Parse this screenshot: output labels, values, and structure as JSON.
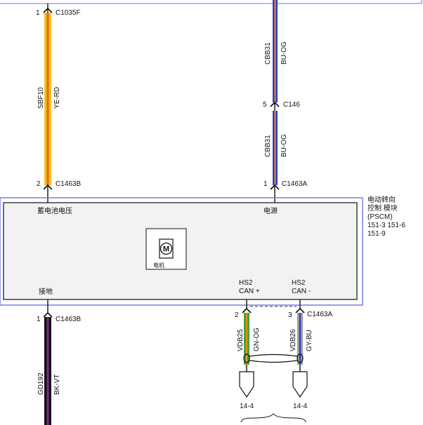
{
  "module": {
    "name_lines": [
      "电动转向",
      "控制 模块",
      "(PSCM)"
    ],
    "pages_line1": "151-3    151-6",
    "pages_line2": "151-9",
    "battery_pin": "蓄电池电压",
    "power_pin": "电源",
    "ground_pin": "接地",
    "motor_label": "电机",
    "hs_can_plus": [
      "HS2",
      "CAN +"
    ],
    "hs_can_minus": [
      "HS2",
      "CAN -"
    ]
  },
  "wires": {
    "left_top": {
      "pin_top": "1",
      "connector_top": "C1035F",
      "circuit": "SBF10",
      "color_code": "YE-RD",
      "pin_bottom": "2",
      "connector_bottom": "C1463B"
    },
    "right_top": {
      "circuit": "CBB31",
      "color_code": "BU-OG",
      "pin": "5",
      "connector": "C146"
    },
    "right_mid": {
      "circuit": "CBB31",
      "color_code": "BU-OG",
      "pin": "1",
      "connector": "C1463A"
    },
    "ground": {
      "pin": "1",
      "connector": "C1463B",
      "circuit": "GD192",
      "color_code": "BK-VT"
    },
    "can_plus": {
      "pin": "2",
      "circuit": "VDB25",
      "color_code": "GN-OG",
      "dest": "14-4"
    },
    "can_minus": {
      "pin": "3",
      "connector": "C1463A",
      "circuit": "VDB26",
      "color_code": "GY-BU",
      "dest": "14-4"
    }
  },
  "colors": {
    "yellow": "#f0c21e",
    "red_orange": "#e8641e",
    "blue": "#2a3cc8",
    "orange": "#f28a1a",
    "black": "#111111",
    "violet": "#7a2a8a",
    "green": "#3fa63a",
    "gray": "#9a9a9a",
    "module_border": "#6a78e0",
    "module_fill": "#f2f2f2"
  }
}
